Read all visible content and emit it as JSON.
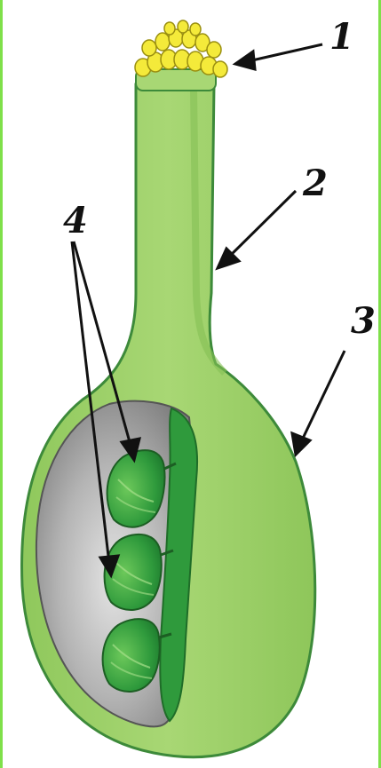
{
  "diagram": {
    "labels": [
      {
        "id": "stigma",
        "text": "1"
      },
      {
        "id": "style",
        "text": "2"
      },
      {
        "id": "ovary",
        "text": "3"
      },
      {
        "id": "ovules",
        "text": "4"
      }
    ]
  },
  "colors": {
    "body_green": "#a6d66f",
    "body_dark_green": "#6fb24a",
    "outline_green": "#3d8a3a",
    "ovary_cavity": "#9a9a9a",
    "ovule_green": "#2c9a3b",
    "pollen_yellow": "#f4ea3a",
    "frame_green": "#7fe04a"
  }
}
